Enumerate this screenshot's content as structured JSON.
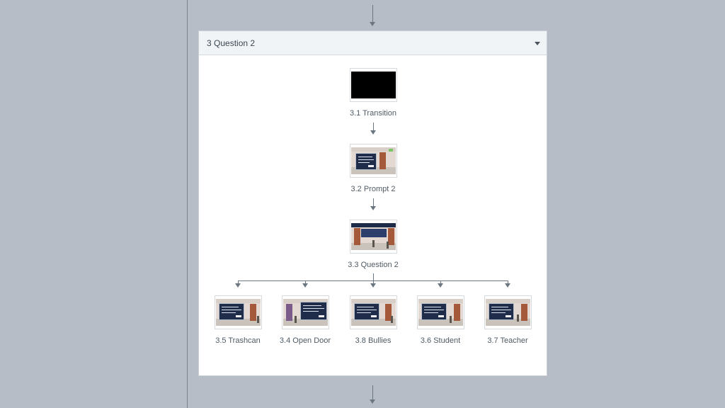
{
  "scene": {
    "title": "3 Question 2",
    "collapse_icon": "chevron-down-icon"
  },
  "slides": [
    {
      "id": "3.1",
      "label": "3.1 Transition",
      "thumbnail": "black"
    },
    {
      "id": "3.2",
      "label": "3.2 Prompt 2",
      "thumbnail": "prompt-scene"
    },
    {
      "id": "3.3",
      "label": "3.3 Question 2",
      "thumbnail": "hallway-scene"
    },
    {
      "id": "3.5",
      "label": "3.5 Trashcan",
      "thumbnail": "feedback-scene"
    },
    {
      "id": "3.4",
      "label": "3.4 Open Door",
      "thumbnail": "feedback-scene"
    },
    {
      "id": "3.8",
      "label": "3.8 Bullies",
      "thumbnail": "feedback-scene"
    },
    {
      "id": "3.6",
      "label": "3.6 Student",
      "thumbnail": "feedback-scene"
    },
    {
      "id": "3.7",
      "label": "3.7 Teacher",
      "thumbnail": "feedback-scene"
    }
  ],
  "colors": {
    "canvas": "#b6bdc6",
    "panel": "#ffffff",
    "header": "#f1f4f7",
    "connector": "#6c7680",
    "text": "#4f5a64"
  }
}
